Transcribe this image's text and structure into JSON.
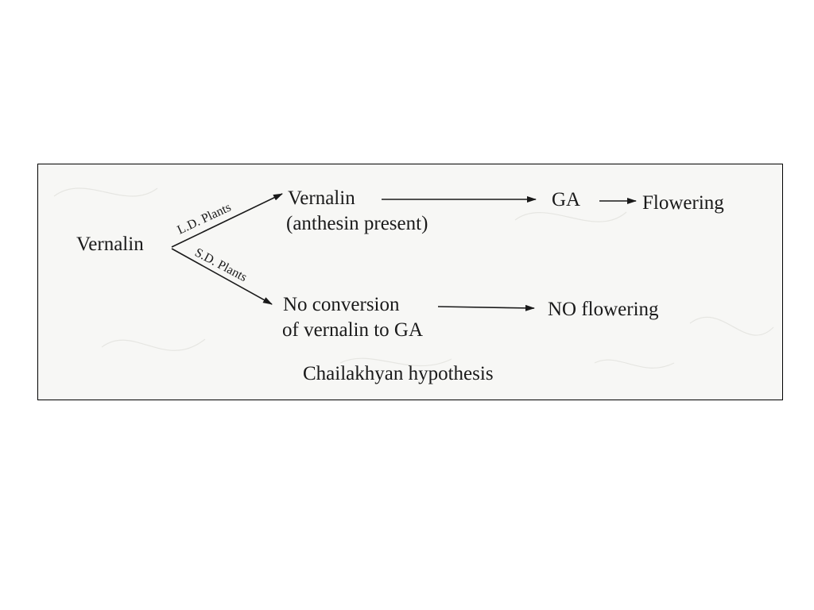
{
  "diagram": {
    "source_node": "Vernalin",
    "ld_branch": {
      "edge_label": "L.D. Plants",
      "result_line1": "Vernalin",
      "result_line2": "(anthesin present)",
      "intermediate": "GA",
      "outcome": "Flowering"
    },
    "sd_branch": {
      "edge_label": "S.D. Plants",
      "result_line1": "No conversion",
      "result_line2": "of vernalin to GA",
      "outcome": "NO flowering"
    },
    "caption": "Chailakhyan hypothesis"
  },
  "colors": {
    "ink": "#1a1a1a",
    "figure_background": "#f7f7f5",
    "page_background": "#ffffff"
  }
}
